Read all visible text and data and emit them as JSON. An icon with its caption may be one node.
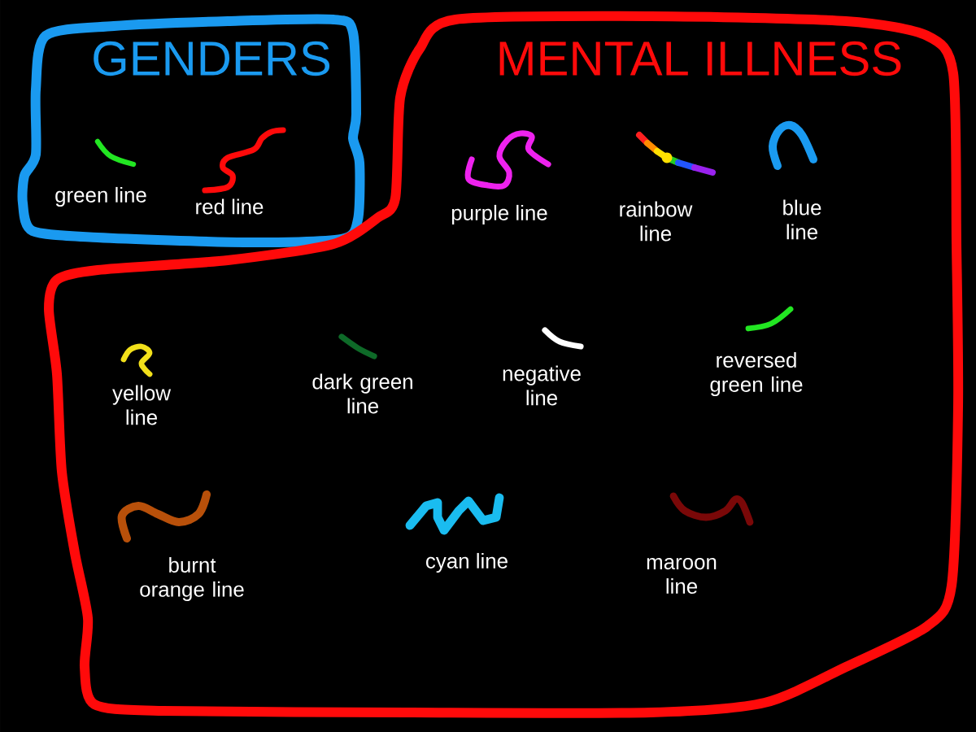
{
  "diagram": {
    "nodes": [
      {
        "text": [
          "GENDERS"
        ]
      },
      {
        "text": [
          "MENTAL ILLNESS"
        ]
      },
      {
        "text": [
          "green line"
        ],
        "in": 0
      },
      {
        "text": [
          "red line"
        ],
        "in": 0
      },
      {
        "text": [
          "purple line"
        ],
        "in": 1
      },
      {
        "text": [
          "rainbow line"
        ],
        "in": 1
      },
      {
        "text": [
          "blue line"
        ],
        "in": 1
      },
      {
        "text": [
          "yellow line"
        ],
        "in": 1
      },
      {
        "text": [
          "dark green line"
        ],
        "in": 1
      },
      {
        "text": [
          "negative line"
        ],
        "in": 1
      },
      {
        "text": [
          "reversed green line"
        ],
        "in": 1
      },
      {
        "text": [
          "burnt orange line"
        ],
        "in": 1
      },
      {
        "text": [
          "cyan line"
        ],
        "in": 1
      },
      {
        "text": [
          "maroon line"
        ],
        "in": 1
      }
    ]
  }
}
